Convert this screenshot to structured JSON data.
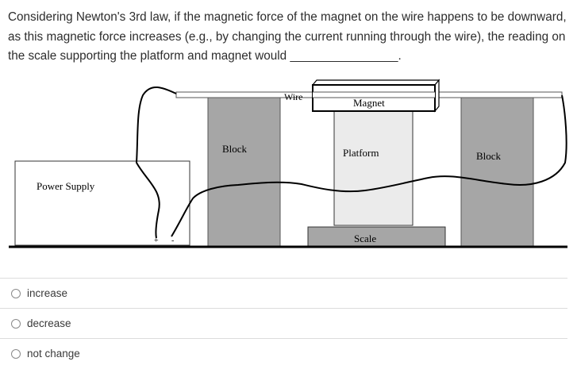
{
  "question": {
    "text": "Considering Newton's 3rd law, if the magnetic force of the magnet on the wire happens to be downward, as this magnetic force increases (e.g., by changing the current running through the wire), the reading on the scale supporting the platform and magnet would ________________."
  },
  "diagram": {
    "power_supply_label": "Power Supply",
    "plus_label": "+",
    "minus_label": "-",
    "block_left_label": "Block",
    "block_right_label": "Block",
    "wire_label": "Wire",
    "magnet_label": "Magnet",
    "platform_label": "Platform",
    "scale_label": "Scale",
    "colors": {
      "block_fill": "#a6a6a6",
      "platform_fill": "#ebebeb",
      "ground": "#000000"
    }
  },
  "options": [
    {
      "label": "increase"
    },
    {
      "label": "decrease"
    },
    {
      "label": "not change"
    }
  ]
}
